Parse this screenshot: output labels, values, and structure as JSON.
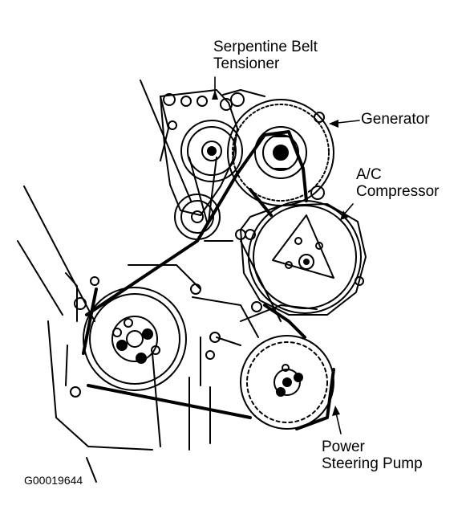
{
  "figure_id": "G00019644",
  "labels": {
    "tensioner": [
      "Serpentine Belt",
      "Tensioner"
    ],
    "generator": "Generator",
    "ac_compressor": [
      "A/C",
      "Compressor"
    ],
    "power_steering": [
      "Power",
      "Steering Pump"
    ]
  },
  "colors": {
    "ink": "#000000",
    "paper": "#ffffff"
  }
}
